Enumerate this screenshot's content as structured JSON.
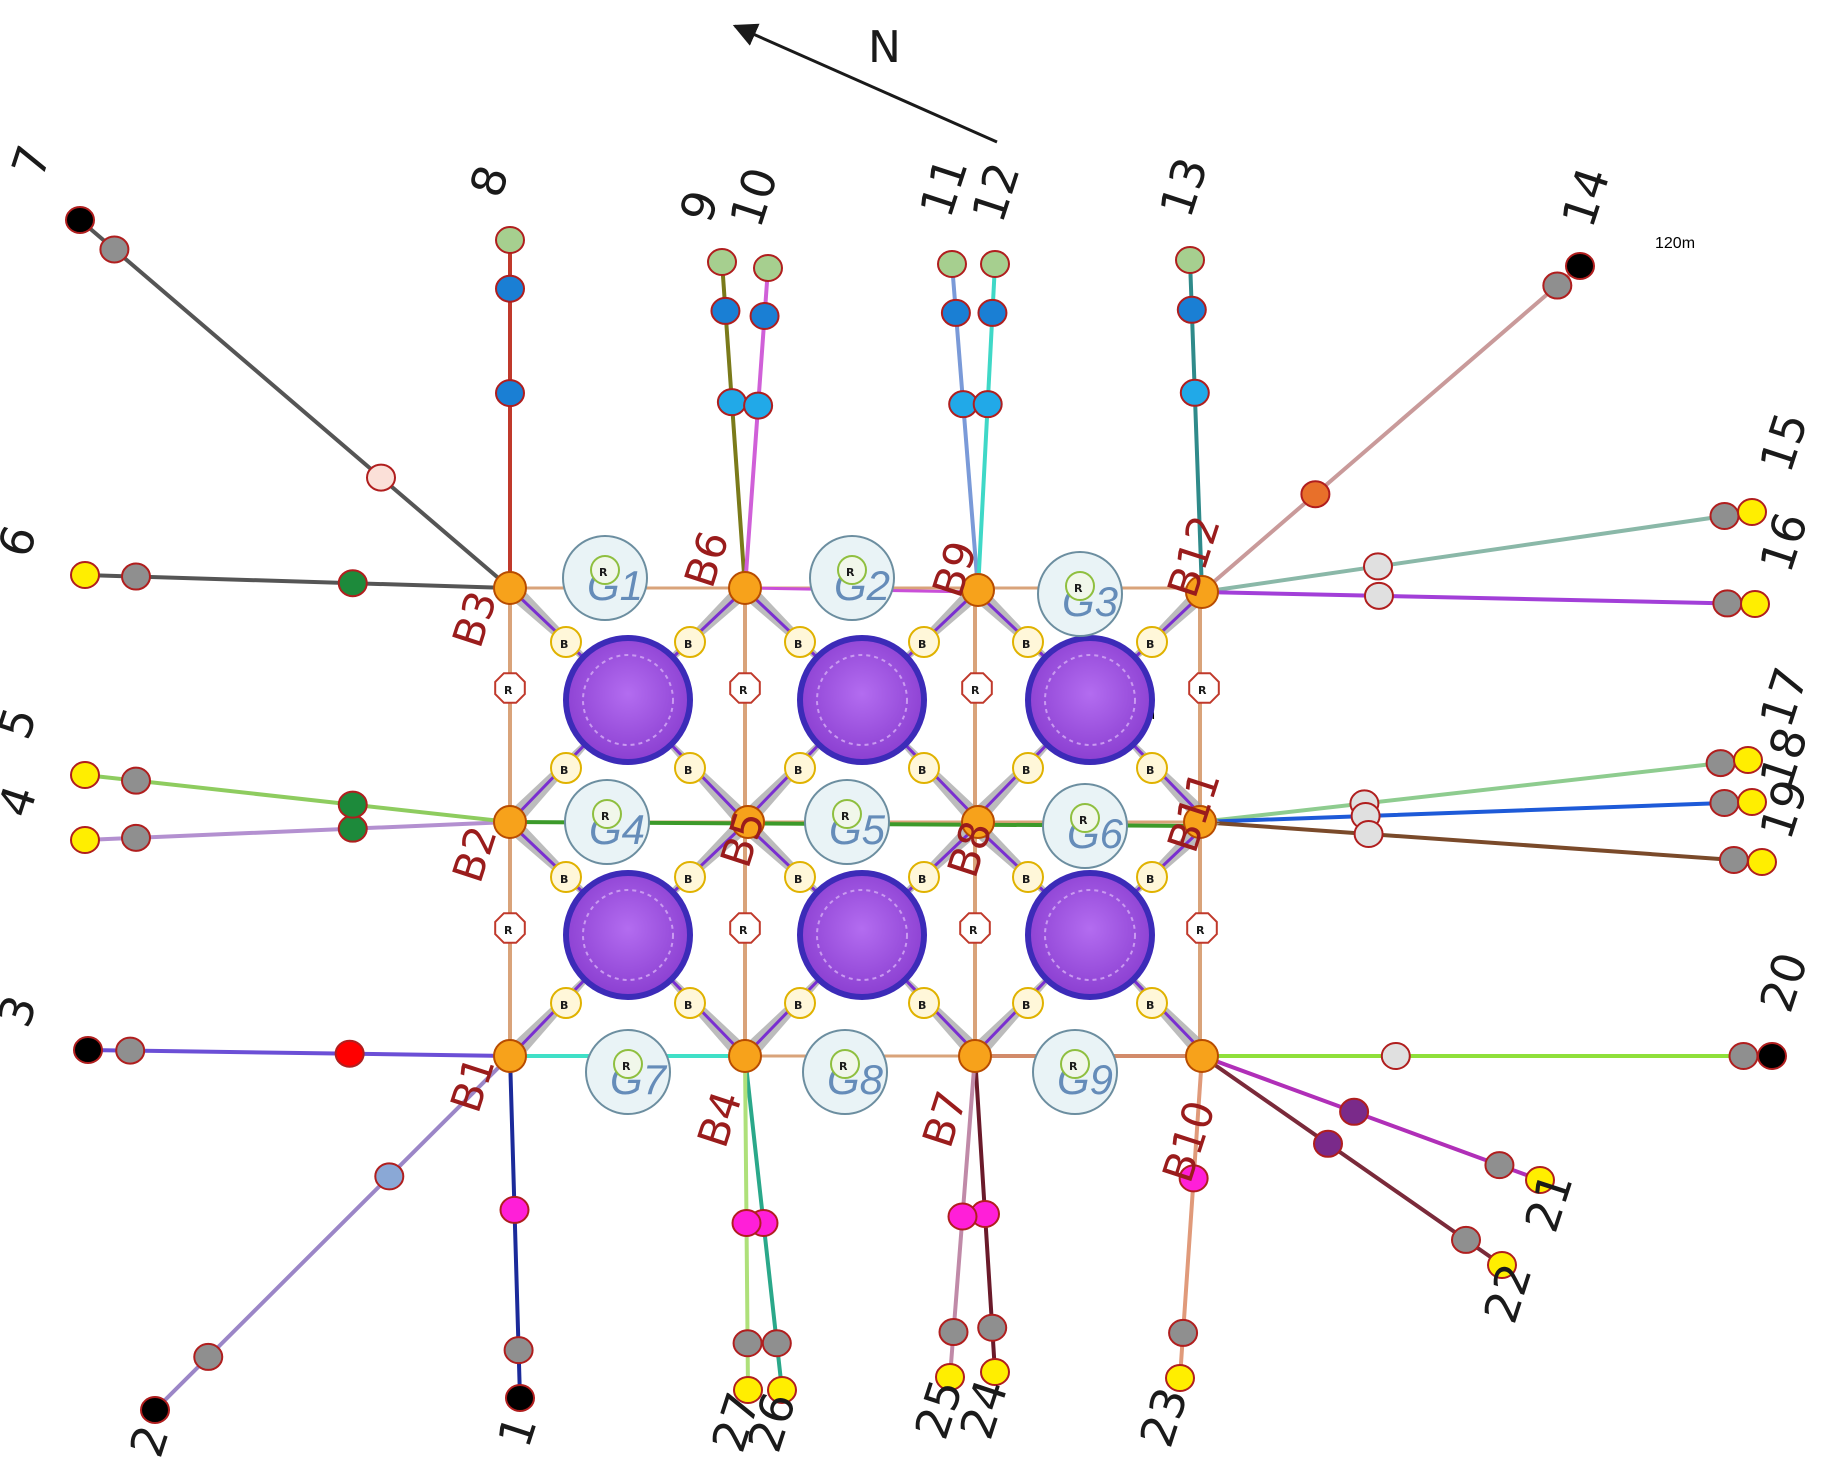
{
  "north": "N",
  "scale_labels": [
    "120m",
    "120m"
  ],
  "string_labels": [
    "1",
    "2",
    "3",
    "4",
    "5",
    "6",
    "7",
    "8",
    "9",
    "10",
    "11",
    "12",
    "13",
    "14",
    "15",
    "16",
    "17",
    "18",
    "19",
    "20",
    "21",
    "22",
    "23",
    "24",
    "25",
    "26",
    "27"
  ],
  "bus_labels": [
    "B1",
    "B2",
    "B3",
    "B4",
    "B5",
    "B6",
    "B7",
    "B8",
    "B9",
    "B10",
    "B11",
    "B12"
  ],
  "generator_labels": [
    "G1",
    "G2",
    "G3",
    "G4",
    "G5",
    "G6",
    "G7",
    "G8",
    "G9"
  ],
  "marker_labels": {
    "breaker": "B",
    "relay": "R"
  },
  "colors": {
    "bus": "#f7a21b",
    "bus_stroke": "#b84c00",
    "gen": "#9b4fd8",
    "gen_stroke": "#3c2bb8",
    "endpoint_black": "#000000",
    "endpoint_yellow": "#ffee00",
    "gray_node": "#8f8f8f",
    "green_node": "#a6cf8f",
    "blue_node": "#1a7fd4",
    "cyan_node": "#21a9e8",
    "magenta_node": "#ff1fd8",
    "node_stroke": "#b01e1e",
    "arrow": "#1a1a1a"
  }
}
